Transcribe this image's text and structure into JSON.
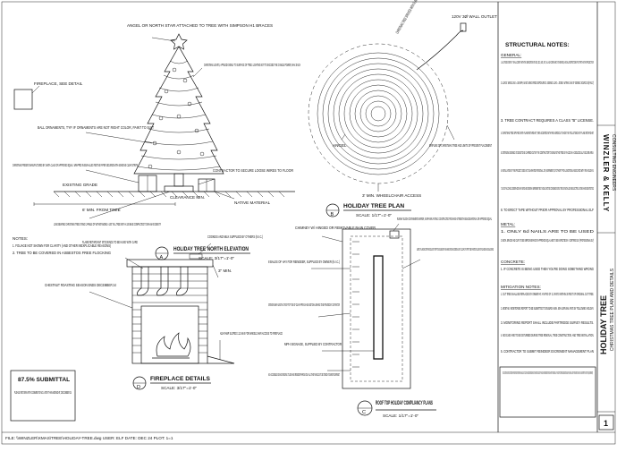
{
  "tree_elevation": {
    "star_note": "ANGEL OR NORTH STAR ATTACHED TO TREE WITH SIMPSON H1 BRACES",
    "fireplace_note": "FIREPLACE, SEE DETAIL",
    "balls_note": "BALL ORNAMENTS, TYP. IF ORNAMENTS ARE NOT RIGHT COLOR, PAINT TO SUIT",
    "lights_note": "CHRISTMAS LIGHTS, APPLIED EVENLY TO SURFACE OF TREE. LIGHTING NOT TO EXCEED THE CANDLE POWER, MAX EACH",
    "presents_note": "CHRISTMAS PRESENT MANUFACTURED BY SANTA CLAUS OR APPROVED EQUAL. WRAPPED IN SEW-ALLIED FESTIVE PAPER SECURED WITH ADHESIVE CLEAR STRIPS",
    "existing_grade": "EXISTING GRADE",
    "clearance": "CLEARANCE MIN.",
    "contractor_note": "CONTRACTOR TO SECURE LOOSE WIRES TO FLOOR",
    "min_from_tree": "6' MIN. FROM TREE",
    "stand_note": "LOAD BEARING CHRISTMAS TREE STAND CAPABLE OF WITHSTANDING A 100' TALL TREE WITH A 100 BASE COMPACTED TO 98% MAX DENSITY",
    "native": "NATIVE MATERIAL",
    "notes_label": "NOTES:",
    "notes": [
      "1. FOLIAGE NOT SHOWN FOR CLARITY (AND OTHER INEXPLICABLE REASONS)",
      "2. TREE TO BE COVERED IN ASBESTOS FREE FLOCKING"
    ],
    "title": "HOLIDAY TREE NORTH ELEVATION",
    "scale": "SCALE: 3/17\"=1'-0\"",
    "ref": "A"
  },
  "tree_plan": {
    "outlet": "120V 3Ø WALL OUTLET",
    "angel": "ANGEL",
    "ring_note": "CHRISTMAS TREE SPRAYED WITH FLAME RETARDANT",
    "dripline": "DRIPLINE OF CHRISTMAS TREE AND LIMITS OF PRESENT PLACEMENT",
    "wheelchair": "3' MIN. WHEELCHAIR ACCESS",
    "title": "HOLIDAY TREE PLAN",
    "scale": "SCALE: 1/17\"=1'-0\"",
    "ref": "B"
  },
  "roof": {
    "runway": "RUNWAY SLEIGH CONTAINMENT BARRIER, 60 MPH MIN. RATING. CONSTRUCTED FROM HIGH STRENGTH BUNGEE MATERIAL OR APPROVED EQUAL",
    "chimney": "CHIMNEY W/ HINGED OR REMOVABLE RAIN COVER",
    "limits": "LIMITS OF LANDING STRIP. MODULE OF STRIP TO BE LINED WITH FLASHING RED AND GREEN LIGHTS. CLEAR OF STRIP TO BE PAINTED YELLOW FOR LOADING AND UNLOADING",
    "bales": "8 BALES OF HAY FOR REINDEER, SUPPLIED BY OWNER (N.I.C.)",
    "extend": "EXTEND RUNWAY LENGTH 10' ROOF TOP TO BE OF CLEAR APPROACH AND ADDITIONAL BRAKING TO BE PROVIDED BY CONTRACTOR",
    "mph": "MPH SIGNAGE, SUPPLIED BY CONTRACTOR",
    "ada": "ADA ACCESSIBLE SIGNAGE READING: \"SLEIGH AND REINDEER PARKING ONLY ALL OTHER VEHICLES TO BE TOWED AT OWNER'S EXPENSE\"",
    "title": "ROOF TOP HOLIDAY COMPLIANCY PLANS",
    "scale": "SCALE: 1/17\"=1'-0\"",
    "ref": "C"
  },
  "fireplace": {
    "flame": "FLAME RETARDANT STOCKINGS TO BE HUNG WITH CARE",
    "cookies": "COOKIES AND MILK SUPPLIED BY OTHERS (N.I.C.)",
    "three_min": "3\" MIN.",
    "chestnut": "CHESTNUT ROASTING SEASON ENDS DECEMBER 24",
    "ramp": "ADA RAMP SLOPED 1:12 MAX FOR WHEELCHAIR ACCESS TO FIREPLACE",
    "title": "FIREPLACE DETAILS",
    "scale": "SCALE: 3/17\"=1'-0\"",
    "ref": "D"
  },
  "submittal": {
    "title": "87.5% SUBMITTAL",
    "body": "PLEASE RETURN WITH COMMENTS NO LATER THAN MIDNIGHT, DECEMBER 24"
  },
  "structural": {
    "title": "STRUCTURAL NOTES:",
    "general_h": "GENERAL:",
    "general": [
      "1. ALL TREES OVER 6'-0\" SHALL COMPLY WITH THE 1999 EDITION OF UBC, CBC, UMC, UPC, ALL ADA COMPLIANCY STANDARDS, AND ALL RESTRICTIONS PUT FORTH IN THE PROJECT EIR.",
      "2. LOADS: WIND LOAD = 180 MPH; BASIC WIND SPEED EXPOSURE D. SEISMIC LOAD = ZONE 4 WITHIN 2 km OF SEISMIC SOURCE B (FAULT)",
      "3. TREE CONTRACT REQUIRES A CLASS \"B\" LICENSE.",
      "4. CHRISTMAS TREE SPRAYED WITH FLAME RETARDANT, THEN SCENTED WITH PINE AEROSOL TO HIDE THE FOUL STENCH OF FLAME RETARDANT.",
      "5. EXTENSIVE SEISMIC STUDIES TO BE CARRIED OUT BY THE CONTRACTOR TO ENSURE THE TREE IS PLACED IN A GEOLOGICALLY SECURE AREA.",
      "6. INSTALLATION OF THE PROJECT DOES NOT GUARANTEE PERSONAL JOY, MERRIMENT, OR OTHER TYPICAL EMOTIONS ASSOCIATED WITH THE HOLIDAYS.",
      "7. USE OF ALCOHOLIC BEVERAGES MAY INCREASE GENERAL MERRIMENT BUT SHOULD NOT BE CONSUMED UNTIL TREE IS INSTALLED AND ELECTRICAL ITEMS HAVE BEEN TESTED.",
      "8. TO ERECT TAPE WITHOUT PRIOR APPROVAL BY PROFESSIONAL ELF"
    ],
    "metal_h": "METAL:",
    "metal": [
      "1. ONLY 6d NAILS ARE TO BE USED",
      "2. METAL BRACES AND CLIPS TO BE SIMPSON BRAND OR APPROVED EQUAL AND TO BE INSPECTED BY A CERTIFIED ELF (PROFESSIONAL ELF)"
    ],
    "concrete_h": "CONCRETE:",
    "concrete": [
      "1. IF CONCRETE IS BEING USED THEN YOU'RE DOING SOMETHING WRONG"
    ],
    "mitigation_h": "MITIGATION NOTES:",
    "mitigation": [
      "1. CUT TREE SHALL BE REPLACED BY OWNER AT A RATIO OF 1:1 RATIO WITHIN 30 FEET OF ORIGINAL CUT TREE.",
      "2. MONTHLY MONITORING REPORT TO BE SUBMITTED TO ENSURE A MIN. 50% SURVIVAL RATE BY FOLLOWING HOLIDAY.",
      "3. MONITORING REPORT SHALL INCLUDE PARTRIDGE SURVEY RESULTS.",
      "4. NO ELVES ARE TO BE DISTURBED DURING TREE REMOVAL, TREE CONSTRUCTION, AND TREE INSTALLATION.",
      "5. CONTRACTOR TO SUBMIT REINDEER EXCREMENT MANAGEMENT PLAN"
    ],
    "box_note": "NOTE: LOCATION OF EXISTING STRUCTURES ARE FROM THE BEST INFORMATION AVAILABLE. EXACT LOCATION AND COMPLETENESS ARE NOT GUARANTEED. RESULTS OF THE HOLIDAY ARE DEPENDENT ON THE BEHAVIOR OF THE INDIVIDUAL. IF THE CONTRACTOR FINDS SOMEONE TO BE NAUGHTY, HE/SHE SHALL NOTIFY THE NEAREST ELF A MIN. OF 48 HOURS PRIOR TO ANY GIFT GIVING (OR MERRIMENT)"
  },
  "title_block": {
    "firm": "WINZLER & KELLY",
    "sub": "CONSULTING ENGINEERS",
    "project": "HOLIDAY TREE",
    "project2": "CHRISTMAS TREE PLAN AND DETAILS",
    "sheet": "1"
  },
  "footer": "FILE: \\\\WINZLER\\XMAS\\TREE\\HOLIDAY-TREE.dwg  USER: ELF  DATE: DEC 24  PLOT: 1=1"
}
